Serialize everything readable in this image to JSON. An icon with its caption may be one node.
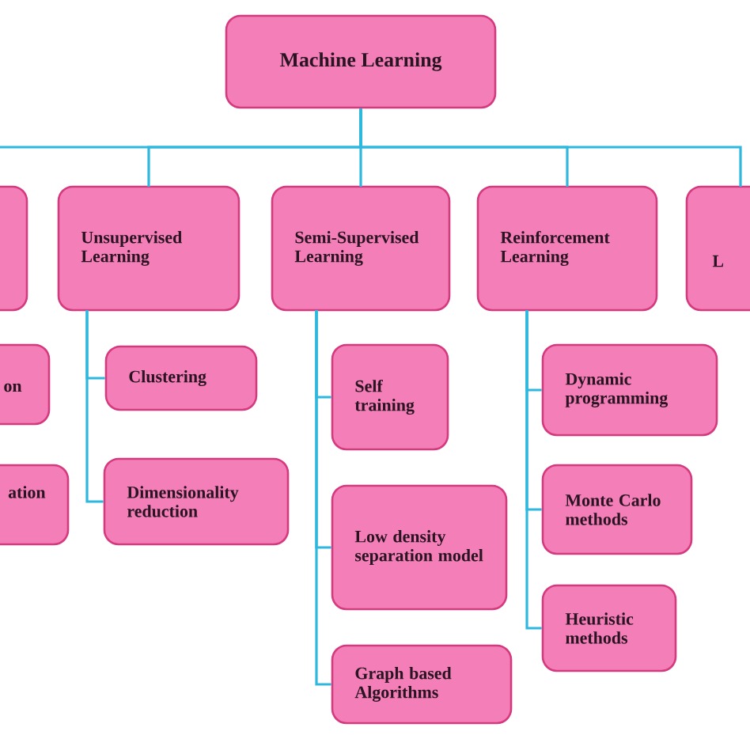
{
  "diagram": {
    "nodes": [
      {
        "text": [
          "Machine Learning"
        ]
      },
      {
        "text": [],
        "shape": "box"
      },
      {
        "text": [
          "Unsupervised Learning"
        ]
      },
      {
        "text": [
          "Semi-Supervised Learning"
        ]
      },
      {
        "text": [
          "Reinforcement Learning"
        ]
      },
      {
        "text": [
          "L"
        ]
      },
      {
        "text": [
          "on"
        ]
      },
      {
        "text": [
          "ation"
        ]
      },
      {
        "text": [
          "Clustering"
        ]
      },
      {
        "text": [
          "Dimensionality reduction"
        ]
      },
      {
        "text": [
          "Self training"
        ]
      },
      {
        "text": [
          "Low density separation model"
        ]
      },
      {
        "text": [
          "Graph based Algorithms"
        ]
      },
      {
        "text": [
          "Dynamic programming"
        ]
      },
      {
        "text": [
          "Monte Carlo methods"
        ]
      },
      {
        "text": [
          "Heuristic methods"
        ]
      }
    ],
    "edges": [
      {
        "from": 0,
        "to": 1,
        "arrow": "none"
      },
      {
        "from": 0,
        "to": 2,
        "arrow": "none"
      },
      {
        "from": 0,
        "to": 3,
        "arrow": "none"
      },
      {
        "from": 0,
        "to": 4,
        "arrow": "none"
      },
      {
        "from": 0,
        "to": 5,
        "arrow": "none"
      },
      {
        "from": 2,
        "to": 8,
        "arrow": "none"
      },
      {
        "from": 2,
        "to": 9,
        "arrow": "none"
      },
      {
        "from": 3,
        "to": 10,
        "arrow": "none"
      },
      {
        "from": 3,
        "to": 11,
        "arrow": "none"
      },
      {
        "from": 3,
        "to": 12,
        "arrow": "none"
      },
      {
        "from": 4,
        "to": 13,
        "arrow": "none"
      },
      {
        "from": 4,
        "to": 14,
        "arrow": "none"
      },
      {
        "from": 4,
        "to": 15,
        "arrow": "none"
      }
    ]
  }
}
